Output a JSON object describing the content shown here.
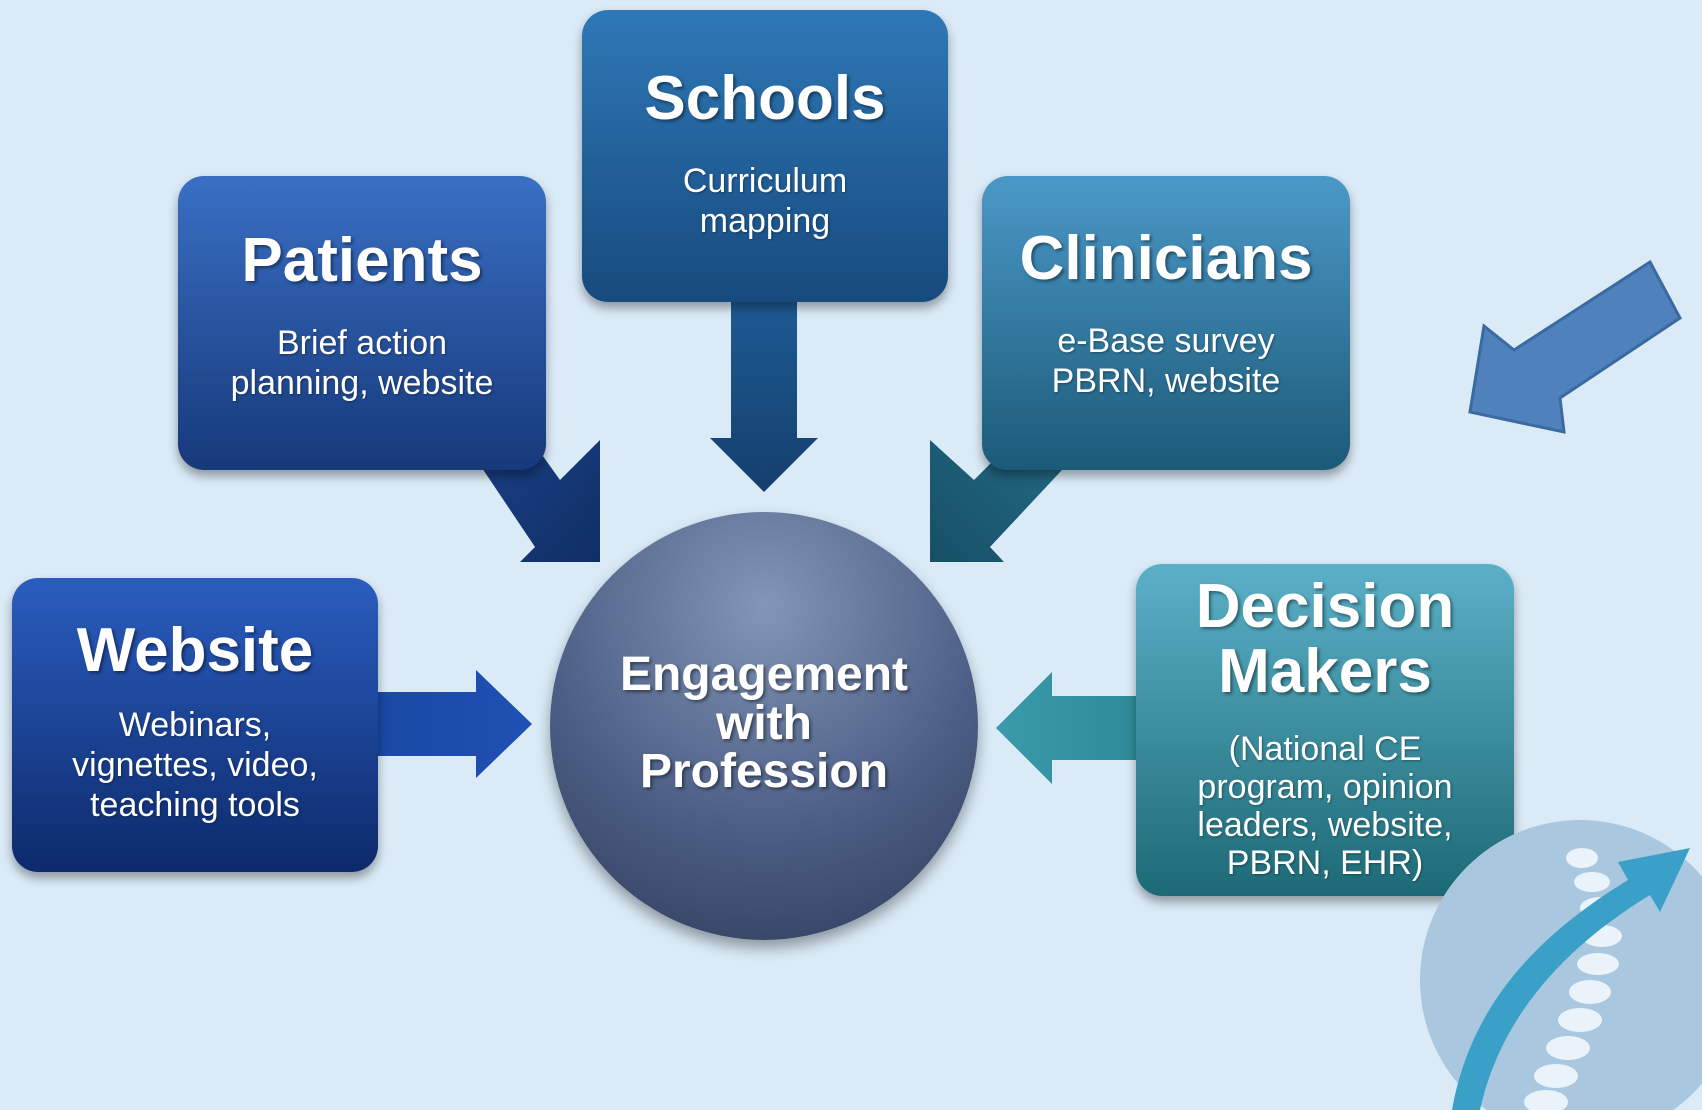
{
  "center": {
    "label": "Engagement\nwith\nProfession"
  },
  "boxes": {
    "schools": {
      "title": "Schools",
      "desc": "Curriculum\nmapping"
    },
    "patients": {
      "title": "Patients",
      "desc": "Brief action\nplanning, website"
    },
    "clinicians": {
      "title": "Clinicians",
      "desc": "e-Base survey\nPBRN, website"
    },
    "website": {
      "title": "Website",
      "desc": "Webinars,\nvignettes, video,\nteaching tools"
    },
    "decision_makers": {
      "title": "Decision\nMakers",
      "desc": "(National CE\nprogram, opinion\nleaders, website,\nPBRN, EHR)"
    }
  },
  "colors": {
    "background": "#daeaf6",
    "pointer_arrow": "#4f81bd",
    "logo_circle": "#a9c7de",
    "logo_arrow": "#3aa0c8"
  },
  "icons": [
    "pointer-arrow-icon",
    "logo-spine-arrow-icon"
  ]
}
